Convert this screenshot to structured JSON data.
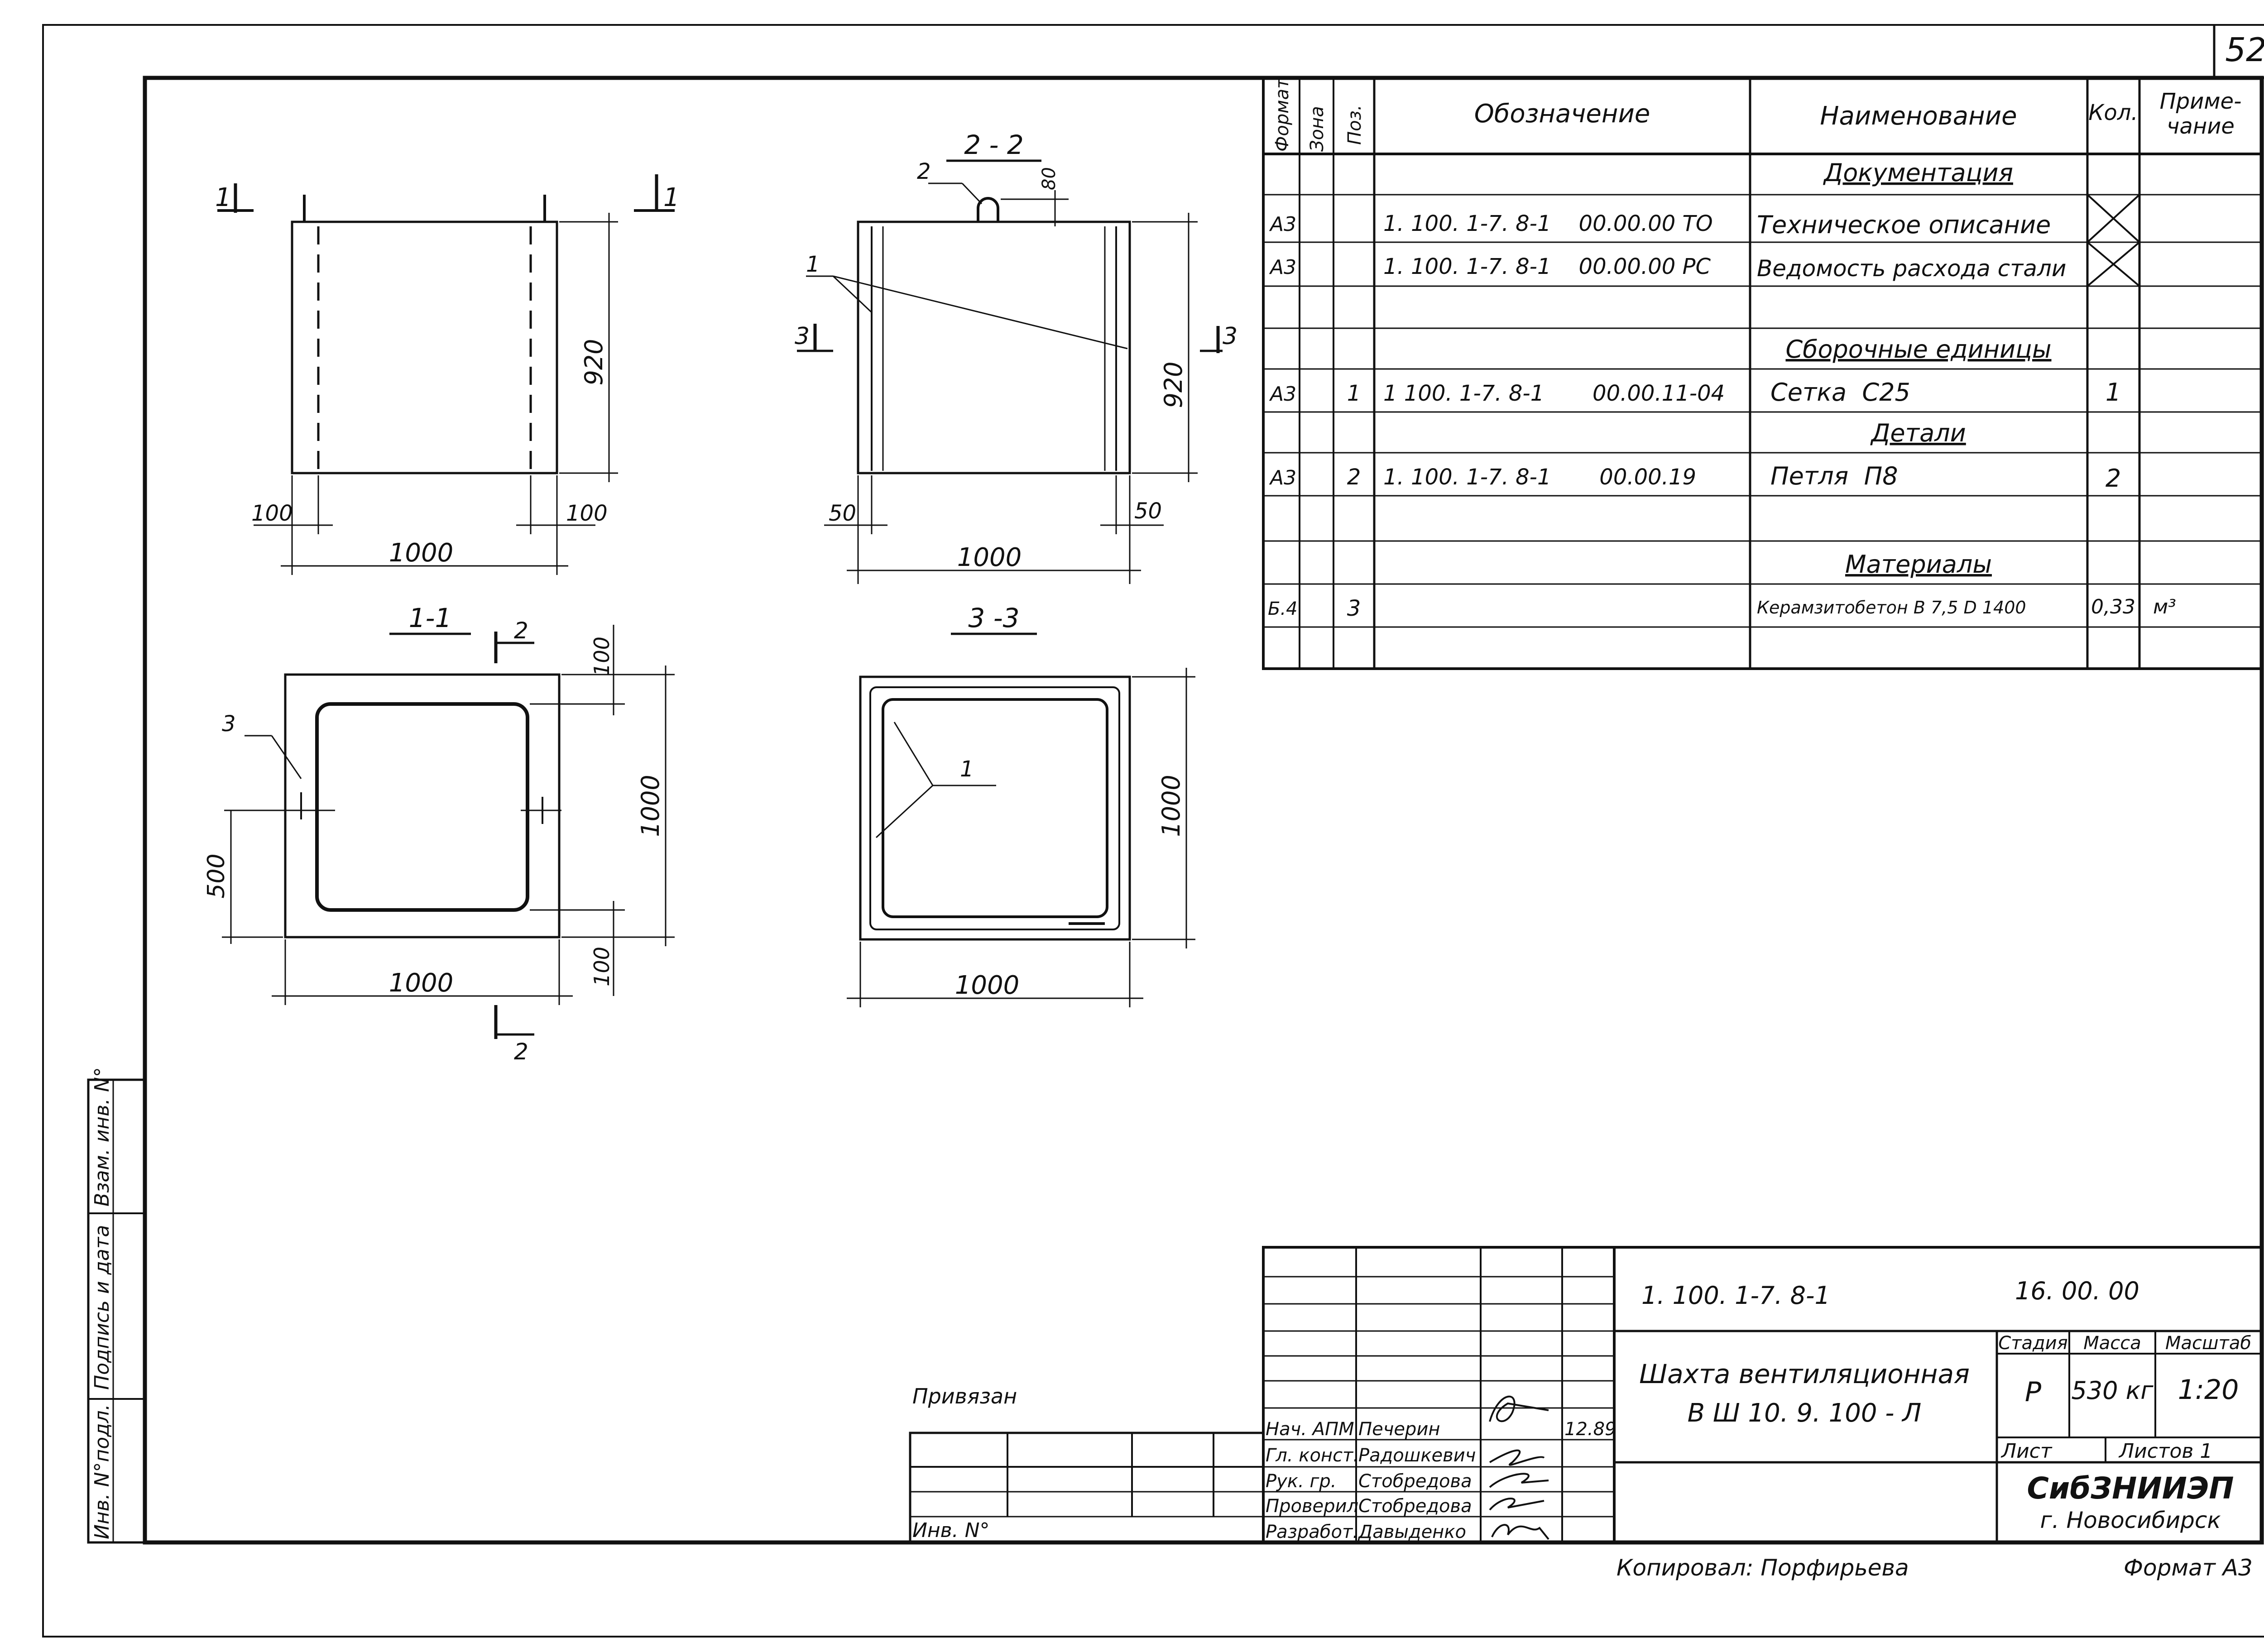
{
  "sheet_number": "52",
  "spec": {
    "headers": [
      "Формат",
      "Зона",
      "Поз.",
      "Обозначение",
      "Наименование",
      "Кол.",
      "Приме-",
      "чание"
    ],
    "rows": [
      {
        "format": "",
        "pos": "",
        "designation": "",
        "name": "Документация",
        "qty": "",
        "note": "",
        "section": true
      },
      {
        "format": "А3",
        "pos": "",
        "designation": "1. 100. 1-7. 8-1    00.00.00 ТО",
        "name": "Техническое описание",
        "qty": "",
        "note": "",
        "crossed": true
      },
      {
        "format": "А3",
        "pos": "",
        "designation": "1. 100. 1-7. 8-1    00.00.00 РС",
        "name": "Ведомость расхода стали",
        "qty": "",
        "note": "",
        "crossed": true
      },
      {
        "format": "",
        "pos": "",
        "designation": "",
        "name": "",
        "qty": "",
        "note": ""
      },
      {
        "format": "",
        "pos": "",
        "designation": "",
        "name": "Сборочные единицы",
        "qty": "",
        "note": "",
        "section": true
      },
      {
        "format": "А3",
        "pos": "1",
        "designation": "1 100. 1-7. 8-1       00.00.11-04",
        "name": "Сетка  С25",
        "qty": "1",
        "note": ""
      },
      {
        "format": "",
        "pos": "",
        "designation": "",
        "name": "Детали",
        "qty": "",
        "note": "",
        "section": true
      },
      {
        "format": "А3",
        "pos": "2",
        "designation": "1. 100. 1-7. 8-1       00.00.19",
        "name": "Петля  П8",
        "qty": "2",
        "note": ""
      },
      {
        "format": "",
        "pos": "",
        "designation": "",
        "name": "",
        "qty": "",
        "note": ""
      },
      {
        "format": "",
        "pos": "",
        "designation": "",
        "name": "Материалы",
        "qty": "",
        "note": "",
        "section": true
      },
      {
        "format": "Б.4",
        "pos": "3",
        "designation": "",
        "name": "Керамзитобетон В 7,5 D 1400",
        "qty": "0,33",
        "note": "м³"
      },
      {
        "format": "",
        "pos": "",
        "designation": "",
        "name": "",
        "qty": "",
        "note": ""
      }
    ]
  },
  "views": {
    "front": {
      "section_left": "1",
      "section_right": "1",
      "dim_height": "920",
      "dim_left": "100",
      "dim_right": "100",
      "dim_width": "1000"
    },
    "section22": {
      "title": "2 - 2",
      "dim_top": "80",
      "leader_2": "2",
      "leader_1": "1",
      "section_left": "3",
      "section_right": "3",
      "dim_height": "920",
      "dim_left": "50",
      "dim_right": "50",
      "dim_width": "1000"
    },
    "section11": {
      "title": "1-1",
      "cut_top": "2",
      "cut_bottom": "2",
      "leader_3": "3",
      "dim_500": "500",
      "dim_top": "100",
      "dim_height": "1000",
      "dim_bottom": "100",
      "dim_width": "1000"
    },
    "section33": {
      "title": "3 -3",
      "leader_1": "1",
      "dim_height": "1000",
      "dim_width": "1000"
    }
  },
  "side_labels": [
    "Инв. N°подл.",
    "Подпись и дата",
    "Взам. инв. N°"
  ],
  "title_block": {
    "code": "1. 100. 1-7. 8-1",
    "code2": "16. 00. 00",
    "name_line1": "Шахта вентиляционная",
    "name_line2": "В Ш 10. 9. 100 - Л",
    "stage_label": "Стадия",
    "mass_label": "Масса",
    "scale_label": "Масштаб",
    "stage": "Р",
    "mass": "530 кг",
    "scale": "1:20",
    "sheet_label": "Лист",
    "sheets_label": "Листов  1",
    "org": "СибЗНИИЭП",
    "city": "г. Новосибирск",
    "bound_label": "Привязан",
    "inv_label": "Инв. N°",
    "date": "12.89",
    "roles": [
      "Нач. АПМ",
      "Гл. конст.",
      "Рук. гр.",
      "Проверил",
      "Разработ."
    ],
    "people": [
      "Печерин",
      "Радошкевич",
      "Стобредова",
      "Стобредова",
      "Давыденко"
    ]
  },
  "footer": {
    "copied": "Копировал: Порфирьева",
    "format": "Формат А3"
  }
}
